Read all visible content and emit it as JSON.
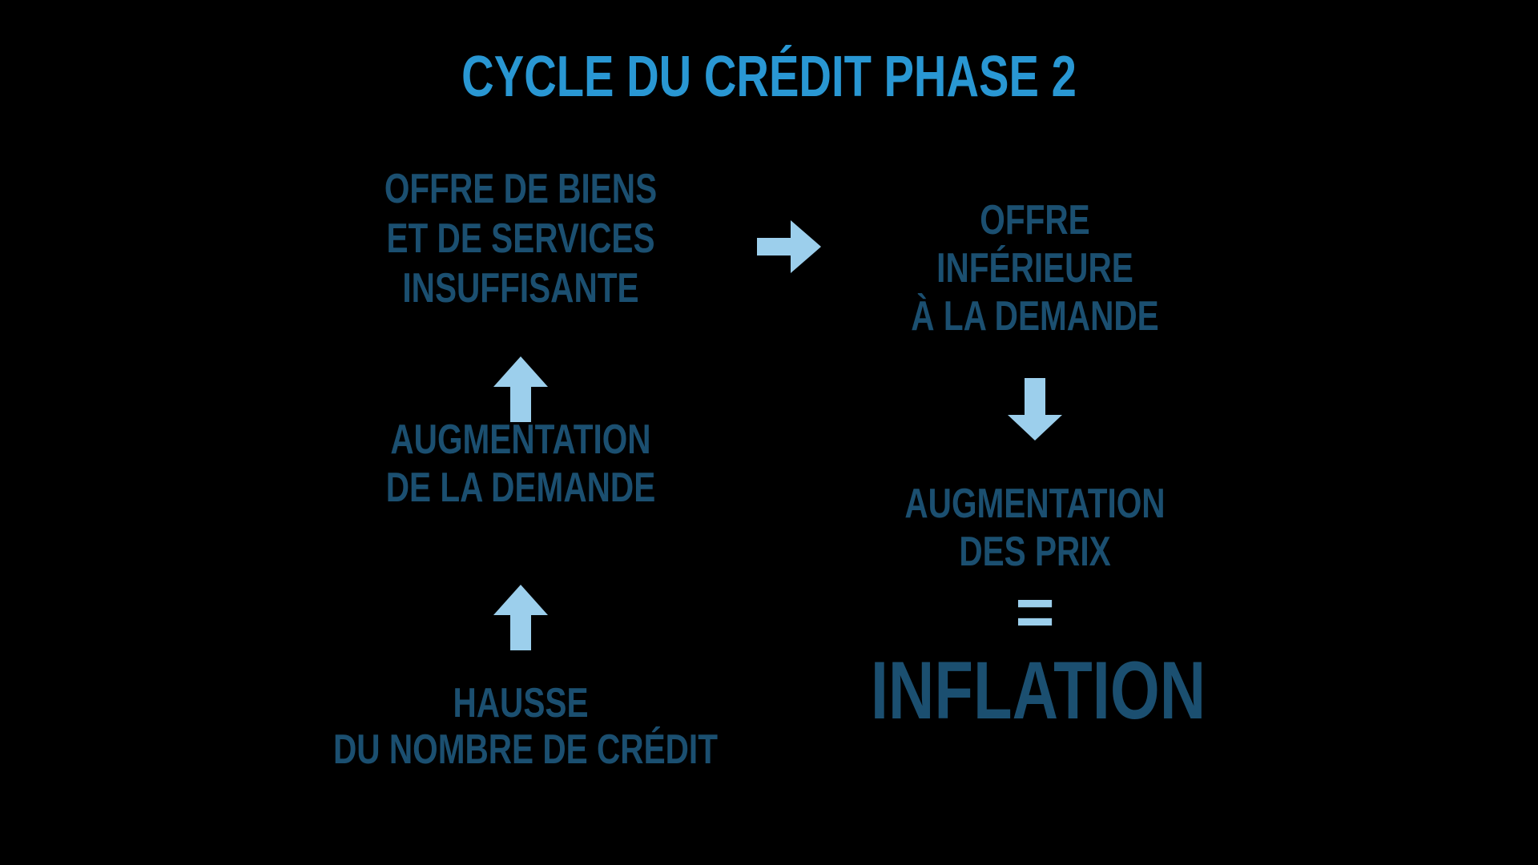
{
  "title": "CYCLE DU CRÉDIT PHASE 2",
  "colors": {
    "background": "#000000",
    "title": "#2997D3",
    "text": "#1B4F70",
    "arrow": "#9CCFEC"
  },
  "icons": {
    "up_arrow_1": "block-arrow-up",
    "up_arrow_2": "block-arrow-up",
    "connector_arrow": "block-arrow-right",
    "down_arrow": "block-arrow-down"
  },
  "flow": {
    "left_column": {
      "top_box": {
        "lines": [
          "OFFRE DE BIENS",
          "ET DE SERVICES",
          "INSUFFISANTE"
        ]
      },
      "middle_box": {
        "lines": [
          "AUGMENTATION",
          "DE LA DEMANDE"
        ]
      },
      "bottom_box": {
        "lines": [
          "HAUSSE",
          "DU NOMBRE DE CRÉDIT"
        ]
      }
    },
    "right_column": {
      "top_box": {
        "lines": [
          "OFFRE",
          "INFÉRIEURE",
          "À LA DEMANDE"
        ]
      },
      "middle_box": {
        "lines": [
          "AUGMENTATION",
          "DES PRIX"
        ]
      },
      "equals_sign": "=",
      "result": "INFLATION"
    }
  }
}
